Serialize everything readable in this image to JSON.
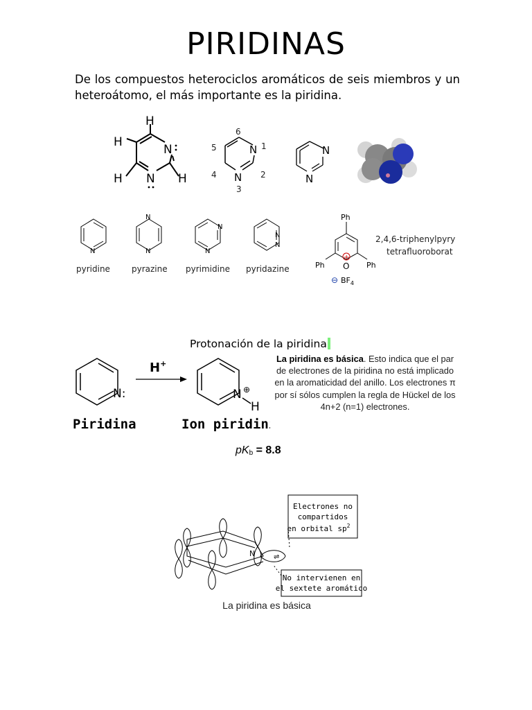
{
  "title": "PIRIDINAS",
  "intro": "De los compuestos heterociclos aromáticos de seis miembros y un heteroátomo, el más importante es la piridina.",
  "row1": {
    "lewis_atoms": {
      "h_top": "H",
      "h_left": "H",
      "h_bl": "H",
      "h_br": "H",
      "n1": "N",
      "n2": "N"
    },
    "numbered_atoms": {
      "n1": "N",
      "n3": "N"
    },
    "numbers": [
      "6",
      "5",
      "1",
      "4",
      "2",
      "3"
    ],
    "plain_atoms": {
      "n1": "N",
      "n2": "N"
    }
  },
  "row2": {
    "molecules": [
      "pyridine",
      "pyrazine",
      "pyrimidine",
      "pyridazine"
    ],
    "ph": "Ph",
    "oxygen": "O",
    "plus": "+",
    "minus": "⊖",
    "bf4": "BF",
    "bf4_sub": "4",
    "salt_line1": "2,4,6-triphenylpyry",
    "salt_line2": "tetrafluoroborat",
    "n": "N"
  },
  "protonation": {
    "title": "Protonación de la piridina",
    "reagent": "H",
    "reagent_sup": "+",
    "left_n": "N:",
    "right_n": "N",
    "right_h": "H",
    "charge": "⊕",
    "left_label": "Piridina",
    "right_label": "Ion piridinio",
    "text_bold": "La piridina es básica",
    "text_rest": ". Esto indica que el par de electrones de la piridina no está implicado en la aromaticidad del anillo. Los electrones π por sí sólos cumplen la regla de Hückel de los 4n+2 (n=1) electrones.",
    "pkb_p": "p",
    "pkb_k": "K",
    "pkb_sub": "b",
    "pkb_value": " = 8.8"
  },
  "orbital": {
    "box1_lines": [
      "Electrones no",
      "compartidos",
      "en orbital sp"
    ],
    "box1_sup": "2",
    "box2_lines": [
      "No intervienen en",
      "el sextete aromático"
    ],
    "atom": "N",
    "caption": "La piridina es básica"
  }
}
